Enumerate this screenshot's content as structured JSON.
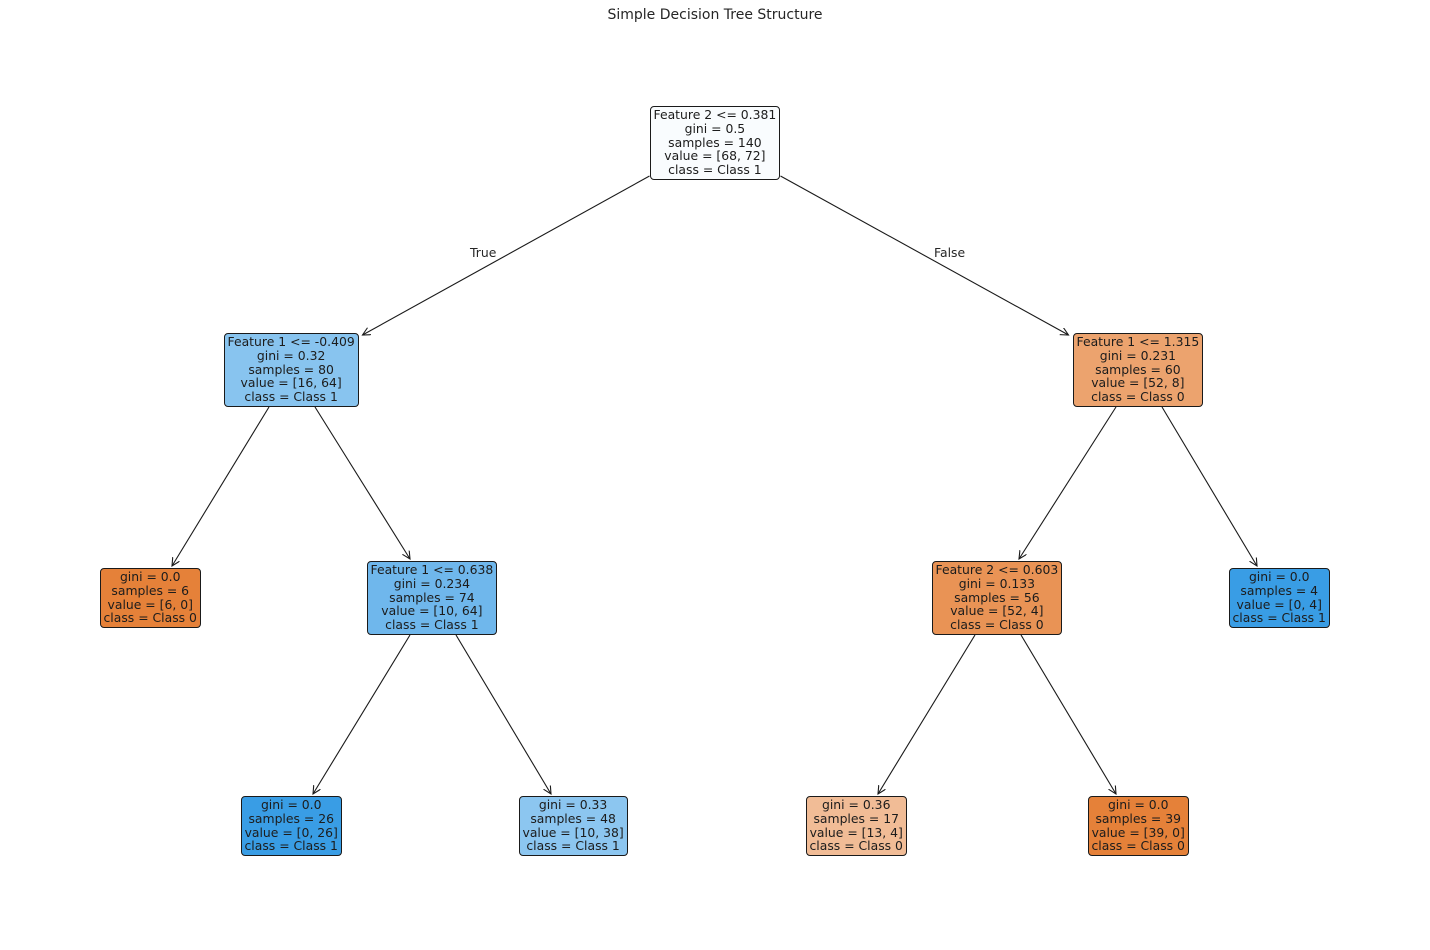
{
  "title": "Simple Decision Tree Structure",
  "edge_labels": {
    "left": "True",
    "right": "False"
  },
  "class_colors": {
    "class_0": "#e58139",
    "class_1": "#399de5"
  },
  "nodes": [
    {
      "id": "n0",
      "lines": [
        "Feature 2 <= 0.381",
        "gini = 0.5",
        "samples = 140",
        "value = [68, 72]",
        "class = Class 1"
      ],
      "value": [
        68,
        72
      ],
      "class": 1
    },
    {
      "id": "n1",
      "lines": [
        "Feature 1 <= -0.409",
        "gini = 0.32",
        "samples = 80",
        "value = [16, 64]",
        "class = Class 1"
      ],
      "value": [
        16,
        64
      ],
      "class": 1
    },
    {
      "id": "n2",
      "lines": [
        "gini = 0.0",
        "samples = 6",
        "value = [6, 0]",
        "class = Class 0"
      ],
      "value": [
        6,
        0
      ],
      "class": 0
    },
    {
      "id": "n3",
      "lines": [
        "Feature 1 <= 0.638",
        "gini = 0.234",
        "samples = 74",
        "value = [10, 64]",
        "class = Class 1"
      ],
      "value": [
        10,
        64
      ],
      "class": 1
    },
    {
      "id": "n4",
      "lines": [
        "gini = 0.0",
        "samples = 26",
        "value = [0, 26]",
        "class = Class 1"
      ],
      "value": [
        0,
        26
      ],
      "class": 1
    },
    {
      "id": "n5",
      "lines": [
        "gini = 0.33",
        "samples = 48",
        "value = [10, 38]",
        "class = Class 1"
      ],
      "value": [
        10,
        38
      ],
      "class": 1
    },
    {
      "id": "n6",
      "lines": [
        "Feature 1 <= 1.315",
        "gini = 0.231",
        "samples = 60",
        "value = [52, 8]",
        "class = Class 0"
      ],
      "value": [
        52,
        8
      ],
      "class": 0
    },
    {
      "id": "n7",
      "lines": [
        "Feature 2 <= 0.603",
        "gini = 0.133",
        "samples = 56",
        "value = [52, 4]",
        "class = Class 0"
      ],
      "value": [
        52,
        4
      ],
      "class": 0
    },
    {
      "id": "n8",
      "lines": [
        "gini = 0.36",
        "samples = 17",
        "value = [13, 4]",
        "class = Class 0"
      ],
      "value": [
        13,
        4
      ],
      "class": 0
    },
    {
      "id": "n9",
      "lines": [
        "gini = 0.0",
        "samples = 39",
        "value = [39, 0]",
        "class = Class 0"
      ],
      "value": [
        39,
        0
      ],
      "class": 0
    },
    {
      "id": "n10",
      "lines": [
        "gini = 0.0",
        "samples = 4",
        "value = [0, 4]",
        "class = Class 1"
      ],
      "value": [
        0,
        4
      ],
      "class": 1
    }
  ],
  "edges": [
    [
      "n0",
      "n1"
    ],
    [
      "n0",
      "n6"
    ],
    [
      "n1",
      "n2"
    ],
    [
      "n1",
      "n3"
    ],
    [
      "n3",
      "n4"
    ],
    [
      "n3",
      "n5"
    ],
    [
      "n6",
      "n7"
    ],
    [
      "n6",
      "n10"
    ],
    [
      "n7",
      "n8"
    ],
    [
      "n7",
      "n9"
    ]
  ]
}
